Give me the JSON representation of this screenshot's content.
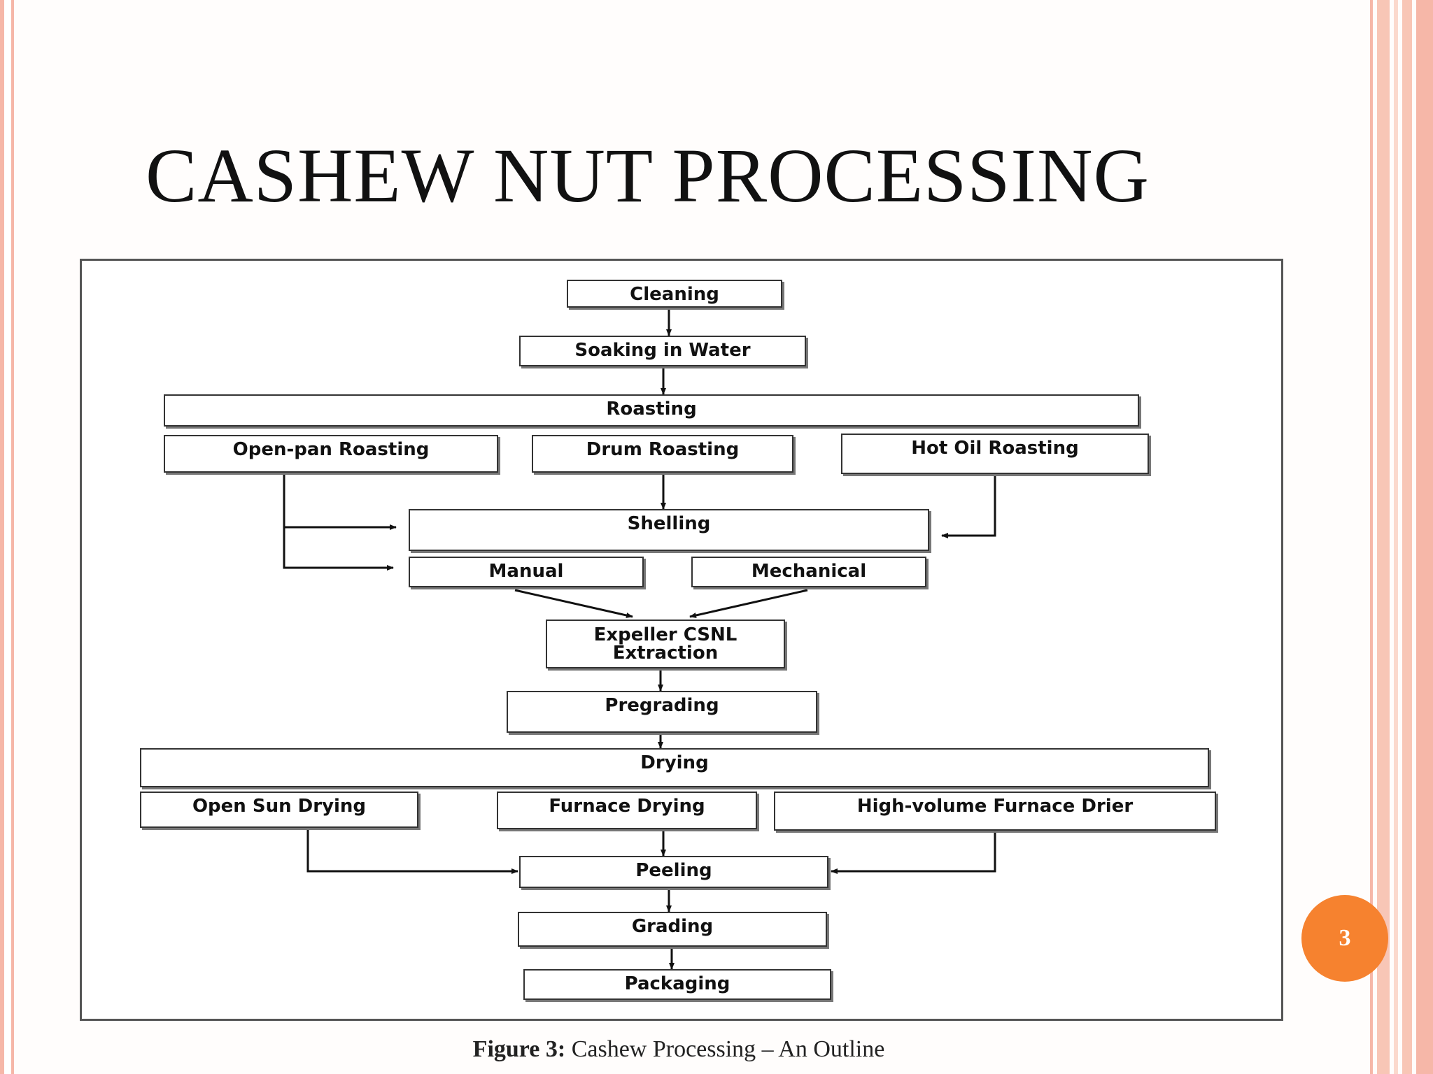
{
  "slide": {
    "title": "CASHEW NUT PROCESSING",
    "page_number": "3",
    "accent_color": "#f6822f",
    "border_color": "#f6b7a8"
  },
  "figure": {
    "caption_label": "Figure 3:",
    "caption_text": "Cashew Processing – An Outline"
  },
  "flow": {
    "cleaning": "Cleaning",
    "soaking": "Soaking in Water",
    "roasting": "Roasting",
    "open_pan": "Open-pan Roasting",
    "drum": "Drum Roasting",
    "hot_oil": "Hot Oil Roasting",
    "shelling": "Shelling",
    "manual": "Manual",
    "mechanical": "Mechanical",
    "expeller_1": "Expeller CSNL",
    "expeller_2": "Extraction",
    "pregrading": "Pregrading",
    "drying": "Drying",
    "open_sun": "Open Sun Drying",
    "furnace": "Furnace Drying",
    "high_volume": "High-volume Furnace Drier",
    "peeling": "Peeling",
    "grading": "Grading",
    "packaging": "Packaging"
  }
}
